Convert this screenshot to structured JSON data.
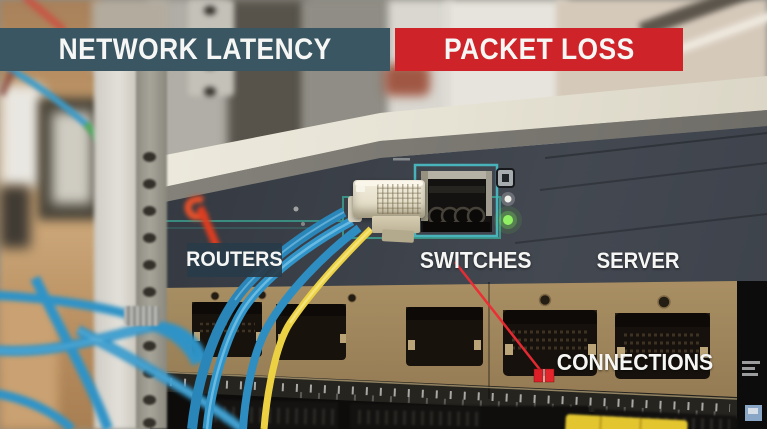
{
  "banners": {
    "latency": {
      "text": "NETWORK LATENCY",
      "bg": "#3A5663"
    },
    "packet_loss": {
      "text": "PACKET LOSS",
      "bg": "#CE2329"
    }
  },
  "labels": {
    "routers": {
      "text": "ROUTERS",
      "box_bg": "rgba(40,59,72,0.93)"
    },
    "switches": {
      "text": "SWITCHES"
    },
    "server": {
      "text": "SERVER"
    },
    "connections": {
      "text": "CONNECTIONS"
    }
  },
  "palette": {
    "cable_blue": "#2F93C7",
    "cable_yellow": "#ECD243",
    "cable_red": "#E3262E",
    "port_outline_teal": "#3BA08F",
    "sfp_outline_cyan": "#49B9C0",
    "led_green": "#8FEF62",
    "patch_panel_gold": "#B1976B",
    "chassis_dark": "#3E434B",
    "server_panel_white": "#EDEAE0"
  }
}
